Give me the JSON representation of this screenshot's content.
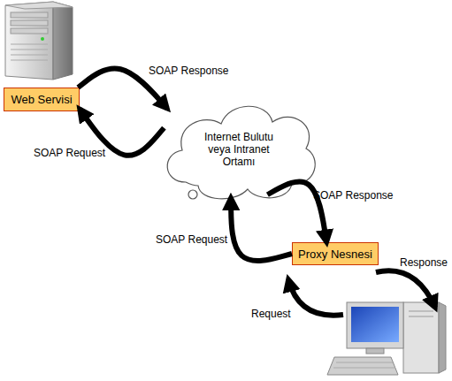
{
  "diagram": {
    "nodes": [
      {
        "text": [
          "Web Servisi"
        ]
      },
      {
        "text": [
          "Internet Bulutu veya Intranet Ortamı"
        ]
      },
      {
        "text": [
          "Proxy Nesnesi"
        ]
      }
    ],
    "edges": [
      {
        "from": 0,
        "to": 1,
        "arrow": "to",
        "label": "SOAP Response"
      },
      {
        "from": 1,
        "to": 0,
        "arrow": "to",
        "label": "SOAP Request"
      },
      {
        "from": 1,
        "to": 2,
        "arrow": "to",
        "label": "SOAP Response"
      },
      {
        "from": 2,
        "to": 1,
        "arrow": "to",
        "label": "SOAP Request"
      }
    ],
    "labels": [
      "Response",
      "Request"
    ]
  }
}
